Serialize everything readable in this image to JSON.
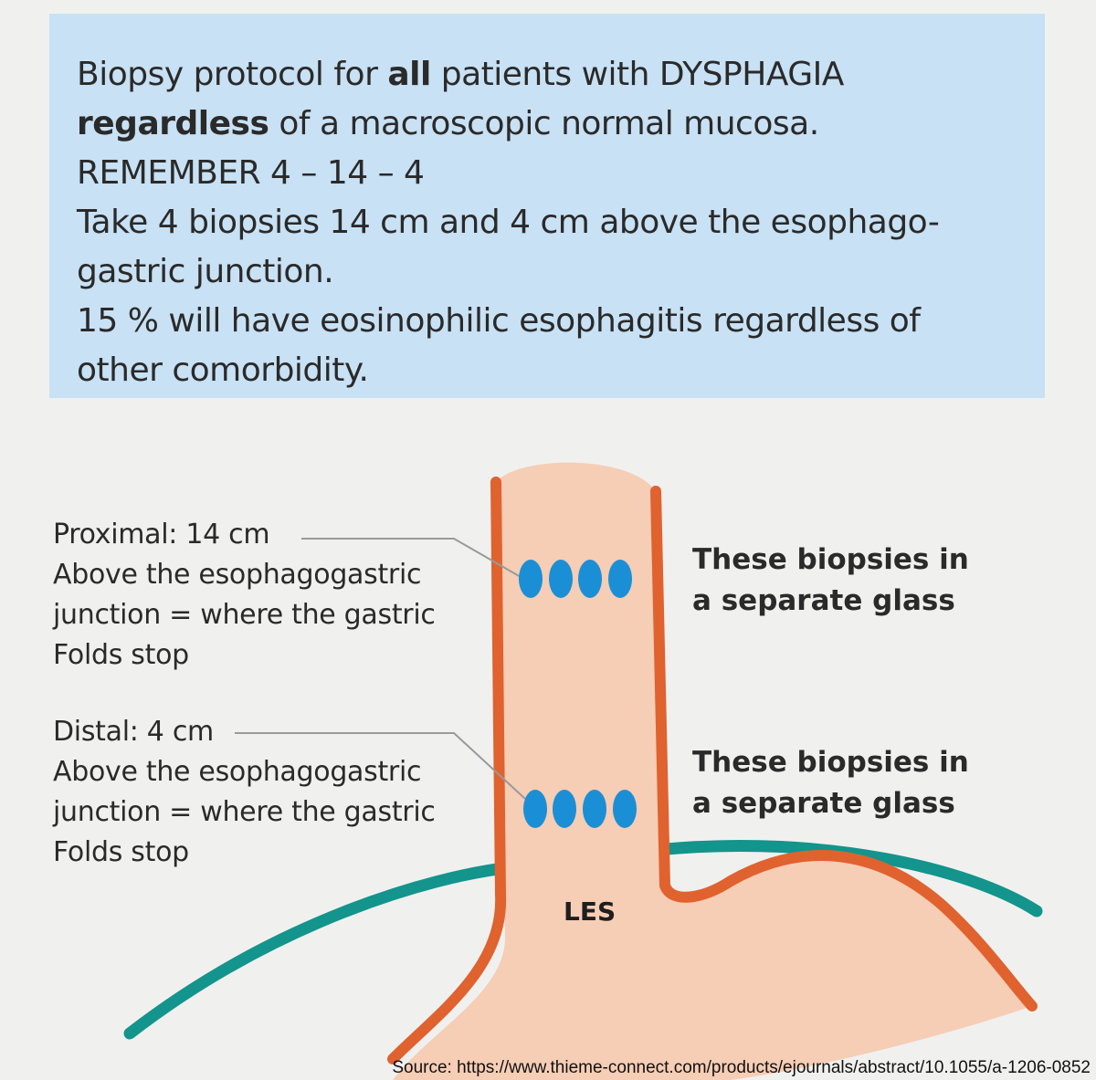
{
  "info_box": {
    "line1_pre": "Biopsy protocol for ",
    "line1_bold": "all",
    "line1_post": " patients with DYSPHAGIA",
    "line2_bold": "regardless",
    "line2_post": " of a macroscopic normal mucosa.",
    "line3": "REMEMBER 4 – 14 – 4",
    "line4": "Take 4 biopsies 14 cm and 4 cm above the esophago-",
    "line5": "gastric junction.",
    "line6": "15 % will have eosinophilic esophagitis regardless of",
    "line7": "other comorbidity."
  },
  "proximal": {
    "title": "Proximal: 14 cm",
    "line2": "Above the esophagogastric",
    "line3": "junction = where the gastric",
    "line4": "Folds stop"
  },
  "distal": {
    "title": "Distal: 4 cm",
    "line2": "Above the esophagogastric",
    "line3": "junction = where the gastric",
    "line4": "Folds stop"
  },
  "glass_note_upper": {
    "line1": "These biopsies in",
    "line2": "a separate glass"
  },
  "glass_note_lower": {
    "line1": "These biopsies in",
    "line2": "a separate glass"
  },
  "les_label": "LES",
  "source": "Source: https://www.thieme-connect.com/products/ejournals/abstract/10.1055/a-1206-0852",
  "colors": {
    "info_box_bg": "#c8e1f4",
    "esophagus_fill": "#f6cdb5",
    "esophagus_wall": "#e0622f",
    "diaphragm": "#13948c",
    "biopsy_dot": "#1b8fd6",
    "leader_line": "#9a9a9a"
  }
}
